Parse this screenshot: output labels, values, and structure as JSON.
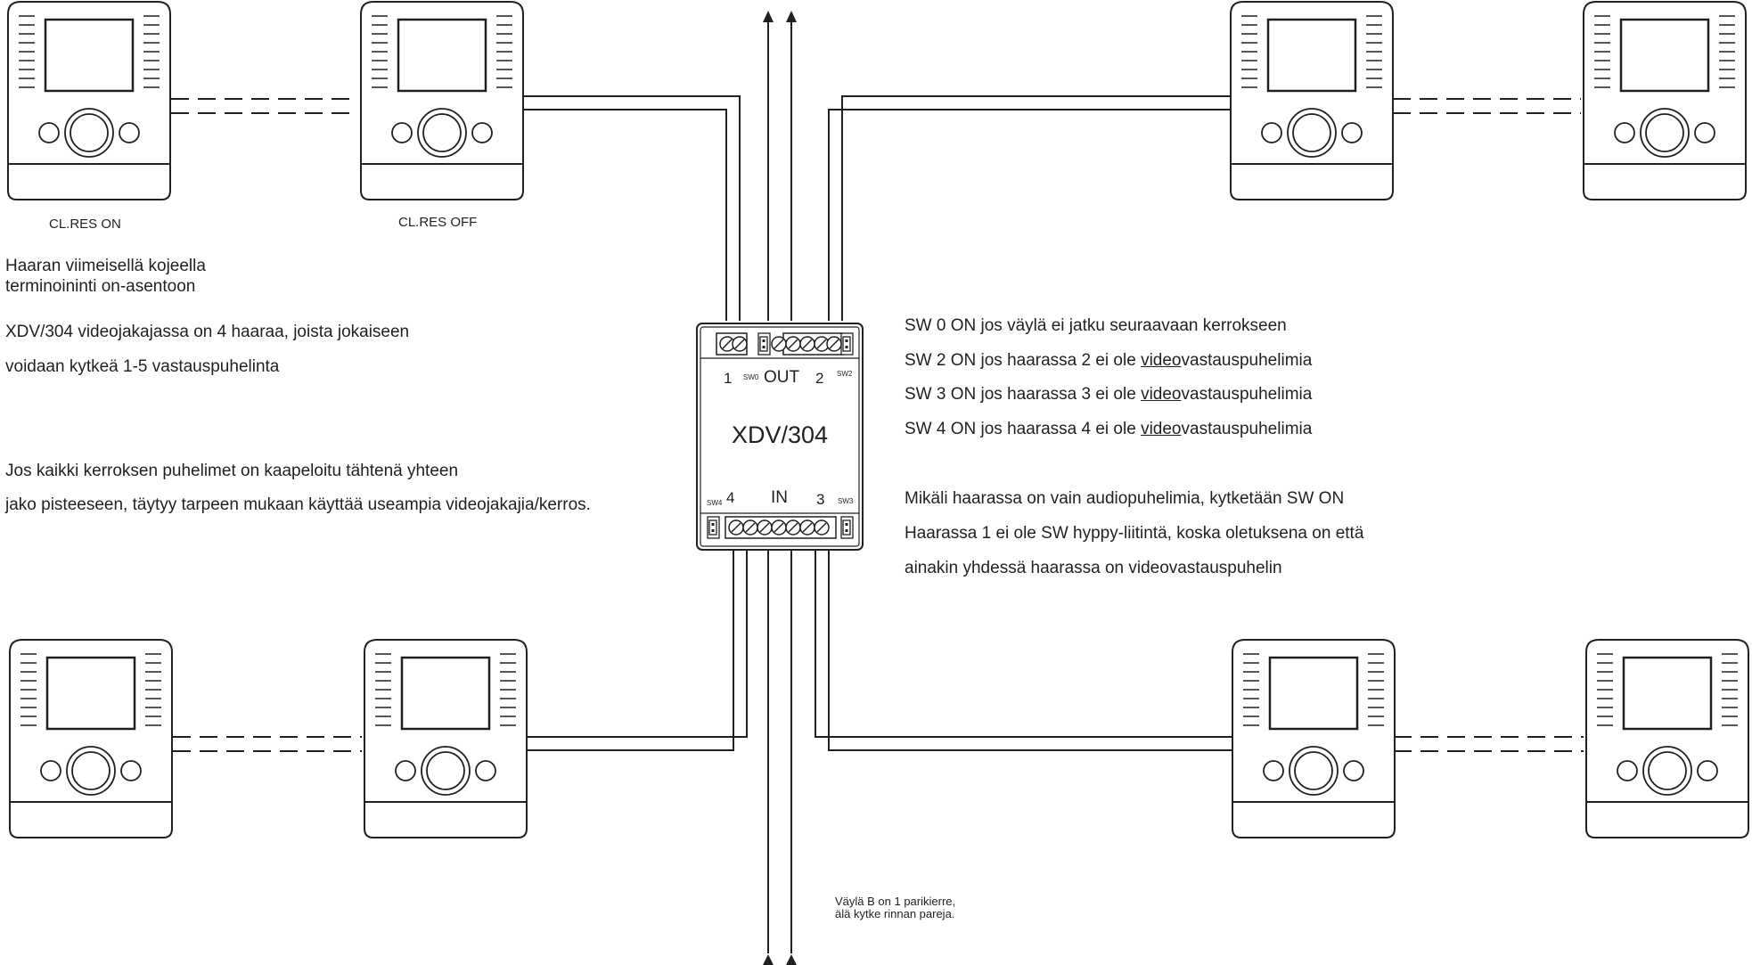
{
  "labels": {
    "clres_on": "CL.RES ON",
    "clres_off": "CL.RES OFF"
  },
  "left_notes": {
    "termination_line1": "Haaran viimeisellä kojeella",
    "termination_line2": "terminoininti on-asentoon",
    "branches_line1": "XDV/304 videojakajassa on 4 haaraa, joista jokaiseen",
    "branches_line2": "voidaan kytkeä 1-5 vastauspuhelinta",
    "star_line1": "Jos kaikki kerroksen puhelimet on kaapeloitu tähtenä yhteen",
    "star_line2": "jako pisteeseen, täytyy tarpeen mukaan käyttää useampia videojakajia/kerros."
  },
  "right_notes": {
    "sw0": "SW 0 ON jos väylä ei jatku seuraavaan kerrokseen",
    "sw2_pre": "SW 2 ON jos haarassa 2 ei ole ",
    "sw3_pre": "SW 3 ON jos haarassa 3 ei ole ",
    "sw4_pre": "SW 4 ON jos haarassa 4 ei ole ",
    "video_word": "video",
    "suffix": "vastauspuhelimia",
    "audio_line": "Mikäli haarassa on vain audiopuhelimia, kytketään SW ON",
    "branch1_line1": "Haarassa 1 ei ole SW hyppy-liitintä, koska oletuksena on että",
    "branch1_line2": "ainakin yhdessä haarassa on videovastauspuhelin"
  },
  "bus_note": {
    "line1": "Väylä B on 1 parikierre,",
    "line2": "älä kytke rinnan pareja."
  },
  "device": {
    "model": "XDV/304",
    "out_label": "OUT",
    "in_label": "IN",
    "port1": "1",
    "port2": "2",
    "port3": "3",
    "port4": "4",
    "sw0": "SW0",
    "sw2": "SW2",
    "sw3": "SW3",
    "sw4": "SW4"
  },
  "colors": {
    "line": "#231f20",
    "background": "#ffffff"
  }
}
